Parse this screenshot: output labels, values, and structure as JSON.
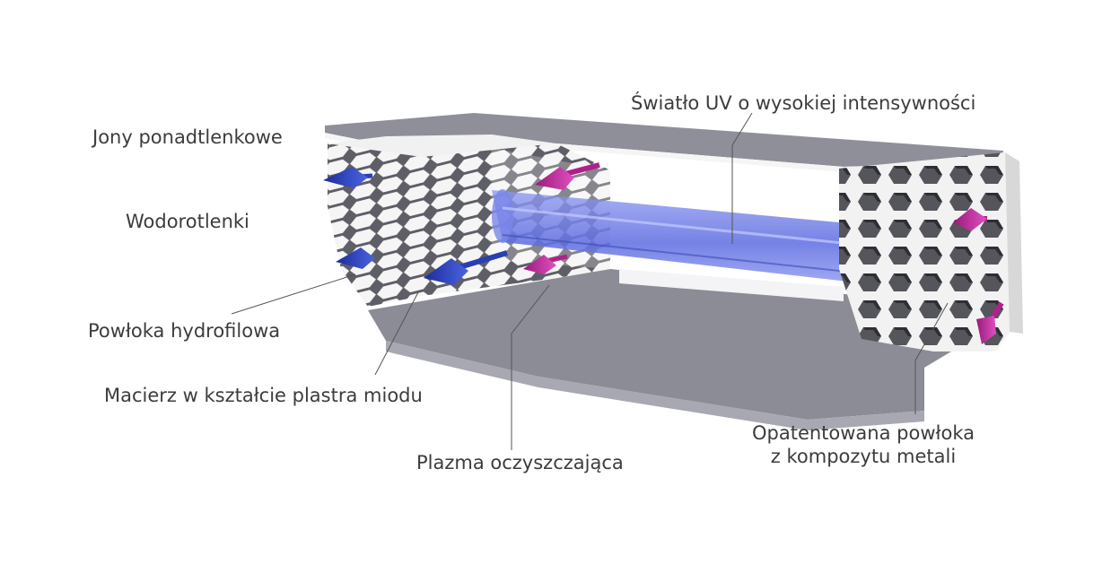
{
  "labels": {
    "superoxide_ions": "Jony ponadtlenkowe",
    "hydroxides": "Wodorotlenki",
    "hydrophilic_coating": "Powłoka hydrofilowa",
    "honeycomb_matrix": "Macierz w kształcie plastra miodu",
    "cleansing_plasma": "Plazma oczyszczająca",
    "uv_light": "Światło UV o wysokiej intensywności",
    "patented_coating_line1": "Opatentowana powłoka",
    "patented_coating_line2": "z kompozytu metali"
  },
  "colors": {
    "housing": "#8e8e98",
    "housing_dark": "#7a7a84",
    "honeycomb_wall": "#f4f4f4",
    "honeycomb_shadow": "#5c5c64",
    "uv_tube": "#6a78e0",
    "arrow_blue": "#2a3fb0",
    "arrow_magenta": "#b0208a",
    "leader_line": "#555555"
  },
  "icons": {
    "ion_arrow": "arrow-cone-icon"
  }
}
